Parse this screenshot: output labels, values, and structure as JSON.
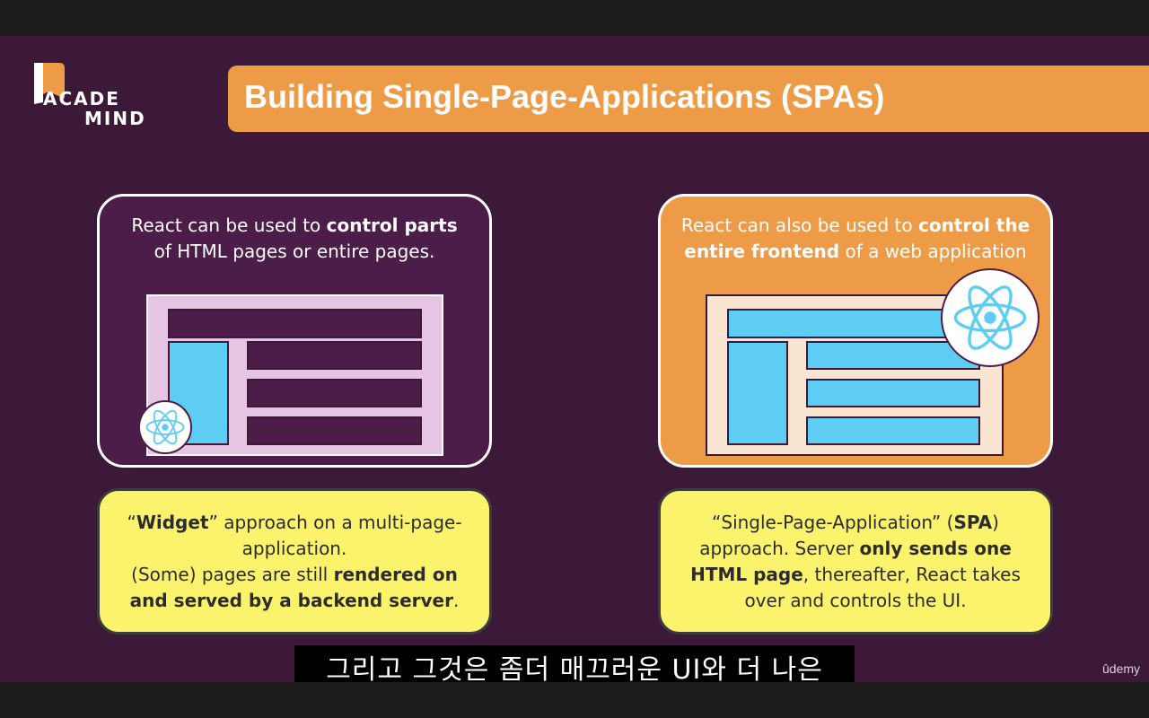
{
  "logo": {
    "line1": "ACADE",
    "line2": "MIND"
  },
  "title": "Building Single-Page-Applications (SPAs)",
  "widget_box": {
    "text_prefix": "React can be used to ",
    "text_bold": "control parts",
    "text_suffix": "of HTML pages or entire pages."
  },
  "spa_box": {
    "text_prefix": "React can also be used to ",
    "text_bold": "control the entire frontend",
    "text_suffix": " of a web application"
  },
  "widget_note": {
    "q1": "“",
    "bold1": "Widget",
    "t1": "” approach on a multi-page-application.",
    "t2": "(Some) pages are still ",
    "bold2": "rendered on and served by a backend server",
    "t3": "."
  },
  "spa_note": {
    "t1": "“Single-Page-Application” (",
    "bold1": "SPA",
    "t2": ") approach. Server ",
    "bold2": "only sends one HTML page",
    "t3": ", thereafter, React takes over and controls the UI."
  },
  "subtitle": "그리고 그것은 좀더 매끄러운 UI와 더 나은",
  "watermark": "ûdemy",
  "colors": {
    "background": "#3c1839",
    "accent_orange": "#ee9b47",
    "note_yellow": "#faf36b",
    "react_blue": "#5dcdf3"
  }
}
